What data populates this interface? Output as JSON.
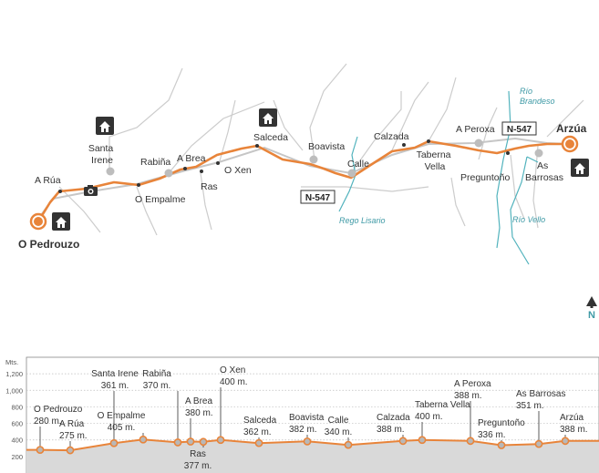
{
  "map": {
    "colors": {
      "route": "#e8843a",
      "road": "#cccccc",
      "river": "#52b3bd",
      "village": "#bdbdbd",
      "icon": "#333333"
    },
    "start": {
      "label": "O Pedrouzo"
    },
    "end": {
      "label": "Arzúa"
    },
    "places": [
      {
        "id": "a-rua",
        "label": "A Rúa"
      },
      {
        "id": "santa-irene",
        "label": "Santa Irene"
      },
      {
        "id": "o-empalme",
        "label": "O Empalme"
      },
      {
        "id": "rabina",
        "label": "Rabiña"
      },
      {
        "id": "a-brea",
        "label": "A Brea"
      },
      {
        "id": "ras",
        "label": "Ras"
      },
      {
        "id": "o-xen",
        "label": "O Xen"
      },
      {
        "id": "salceda",
        "label": "Salceda"
      },
      {
        "id": "boavista",
        "label": "Boavista"
      },
      {
        "id": "calle",
        "label": "Calle"
      },
      {
        "id": "calzada",
        "label": "Calzada"
      },
      {
        "id": "taberna-vella",
        "label": "Taberna Vella"
      },
      {
        "id": "a-peroxa",
        "label": "A Peroxa"
      },
      {
        "id": "preguntono",
        "label": "Preguntoño"
      },
      {
        "id": "as-barrosas",
        "label": "As Barrosas"
      }
    ],
    "roads": [
      {
        "id": "n547-a",
        "label": "N-547"
      },
      {
        "id": "n547-b",
        "label": "N-547"
      }
    ],
    "rivers": [
      {
        "id": "rio-brandeso",
        "label": "Río Brandeso"
      },
      {
        "id": "rego-lisario",
        "label": "Rego Lisario"
      },
      {
        "id": "rio-vello",
        "label": "Río Vello"
      }
    ],
    "north": {
      "label": "N"
    },
    "icons": [
      "lodging-icon",
      "lodging-icon",
      "lodging-icon",
      "lodging-icon",
      "camera-icon"
    ]
  },
  "chart_data": {
    "type": "area",
    "ylabel": "Mts.",
    "ylim": [
      0,
      1400
    ],
    "yticks": [
      200,
      400,
      600,
      800,
      1000,
      1200
    ],
    "ytick_labels": [
      "200",
      "400",
      "600",
      "800",
      "1,000",
      "1,200"
    ],
    "stations": [
      {
        "name": "O Pedrouzo",
        "elev": 280,
        "elev_label": "280 m."
      },
      {
        "name": "A Rúa",
        "elev": 275,
        "elev_label": "275 m."
      },
      {
        "name": "Santa Irene",
        "elev": 361,
        "elev_label": "361 m."
      },
      {
        "name": "O Empalme",
        "elev": 405,
        "elev_label": "405 m."
      },
      {
        "name": "Rabiña",
        "elev": 370,
        "elev_label": "370 m."
      },
      {
        "name": "A Brea",
        "elev": 380,
        "elev_label": "380 m."
      },
      {
        "name": "Ras",
        "elev": 377,
        "elev_label": "377 m."
      },
      {
        "name": "O Xen",
        "elev": 400,
        "elev_label": "400 m."
      },
      {
        "name": "Salceda",
        "elev": 362,
        "elev_label": "362 m."
      },
      {
        "name": "Boavista",
        "elev": 382,
        "elev_label": "382 m."
      },
      {
        "name": "Calle",
        "elev": 340,
        "elev_label": "340 m."
      },
      {
        "name": "Calzada",
        "elev": 388,
        "elev_label": "388 m."
      },
      {
        "name": "Taberna Vella",
        "elev": 400,
        "elev_label": "400 m."
      },
      {
        "name": "A Peroxa",
        "elev": 388,
        "elev_label": "388 m."
      },
      {
        "name": "Preguntoño",
        "elev": 336,
        "elev_label": "336 m."
      },
      {
        "name": "As Barrosas",
        "elev": 351,
        "elev_label": "351 m."
      },
      {
        "name": "Arzúa",
        "elev": 388,
        "elev_label": "388 m."
      }
    ]
  }
}
